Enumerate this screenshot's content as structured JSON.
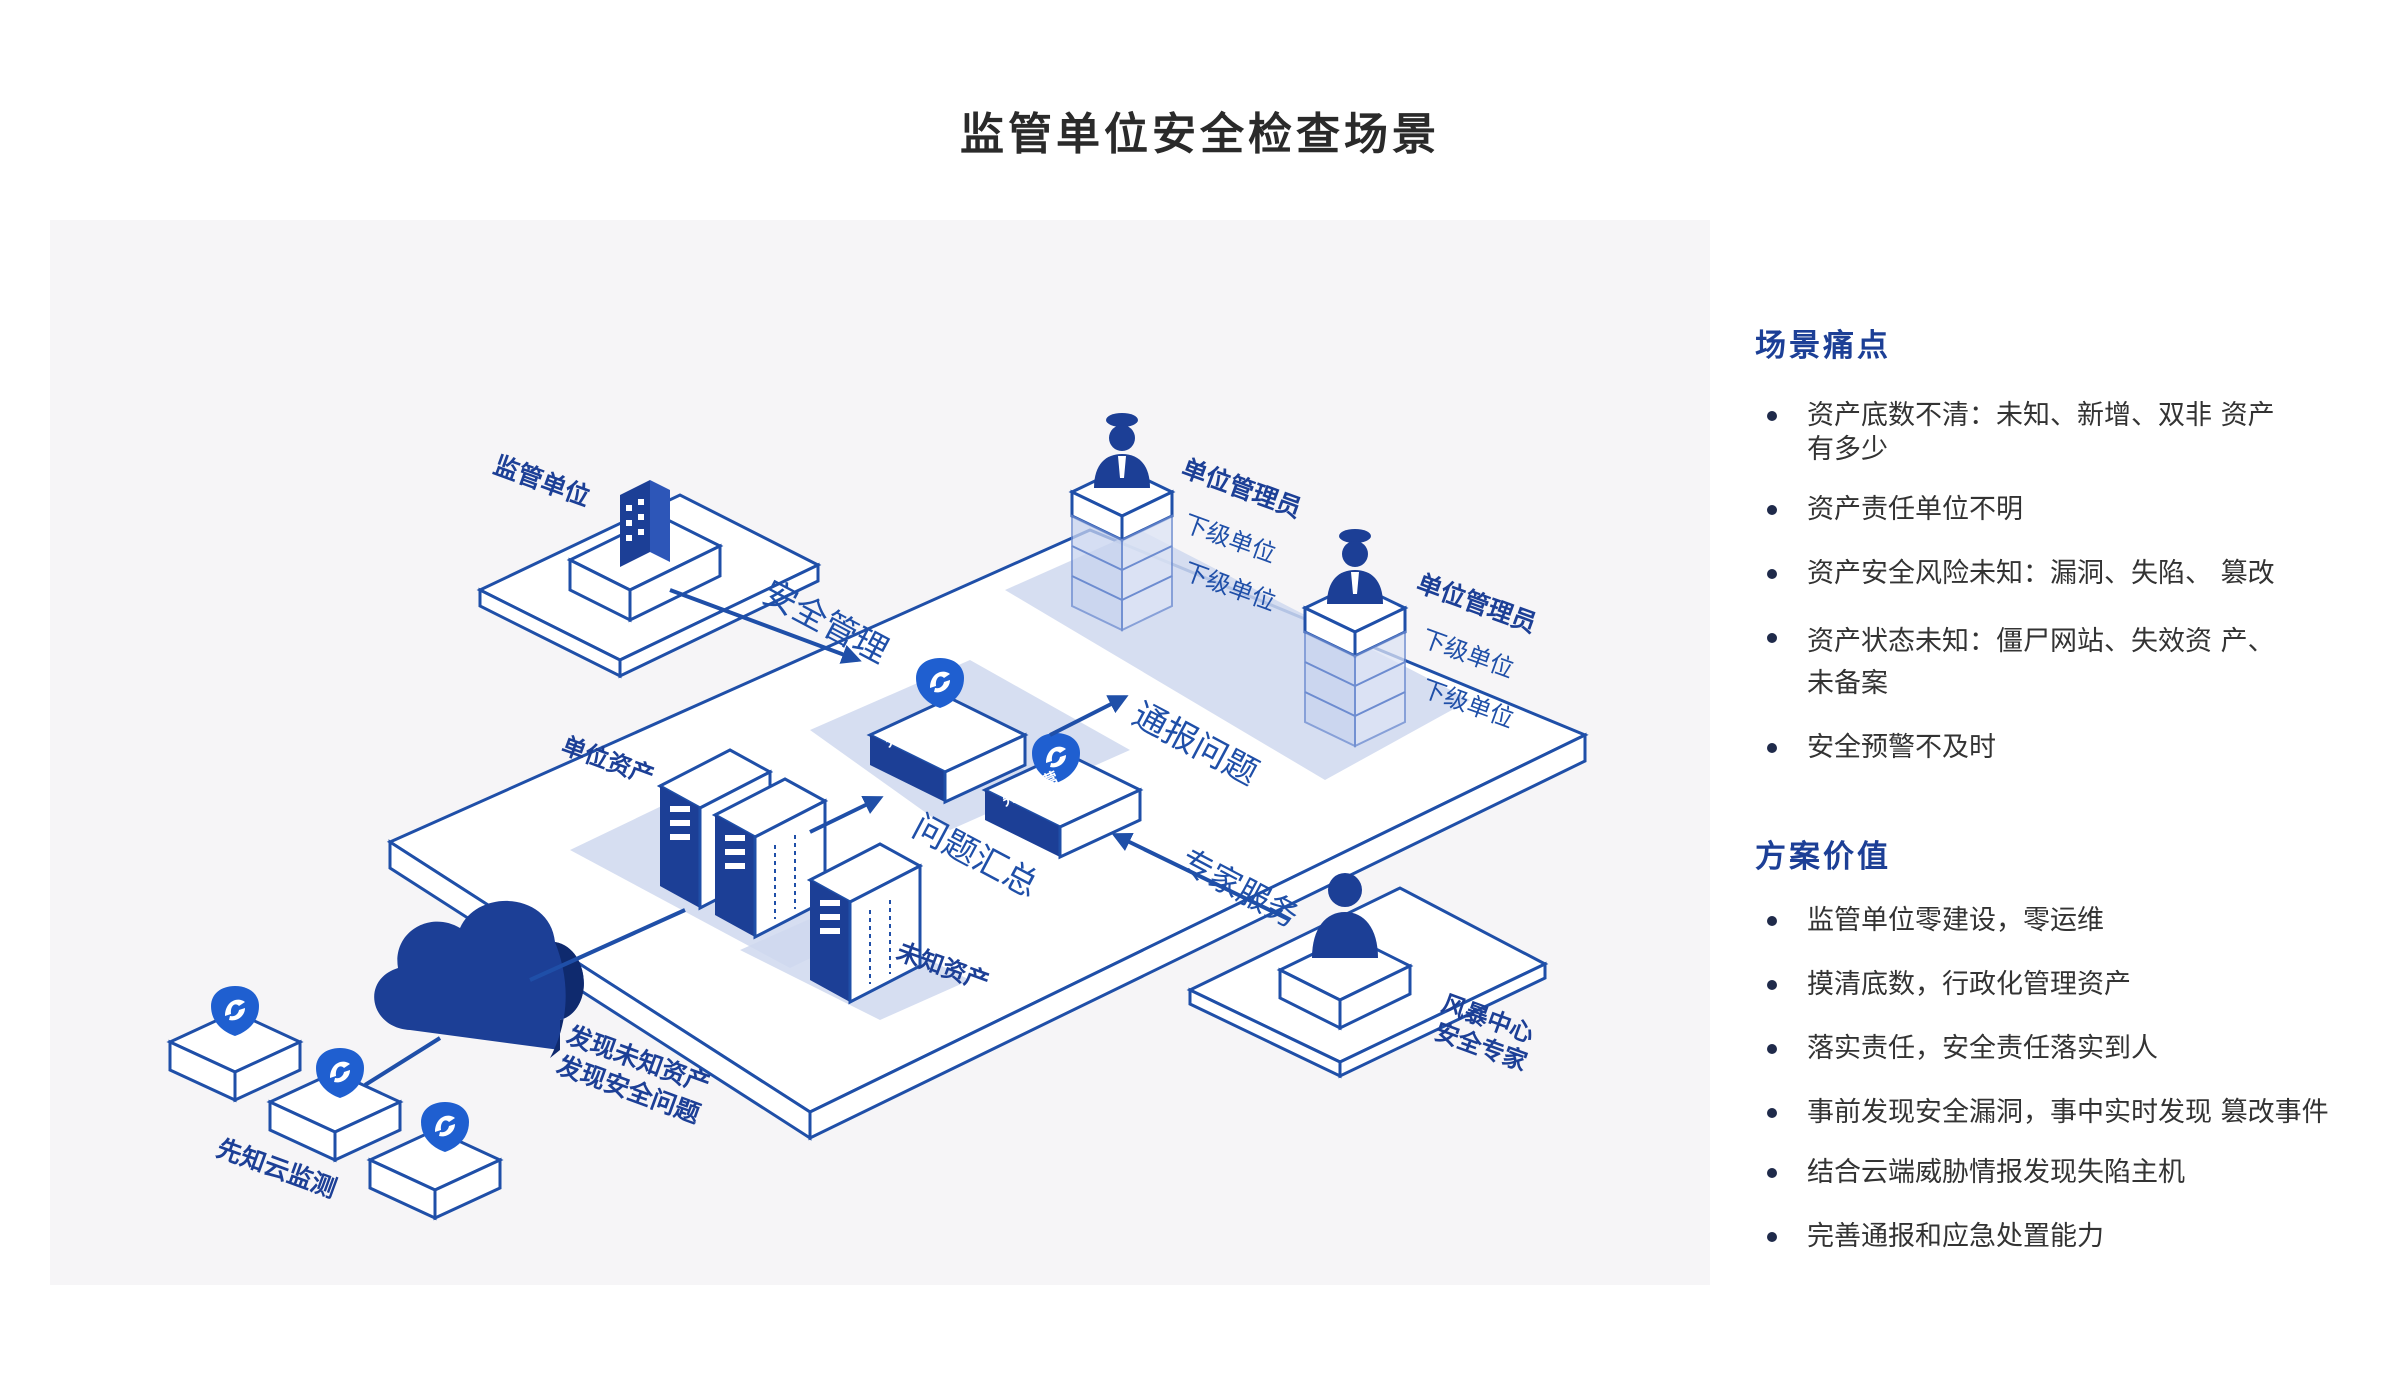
{
  "page_title": "监管单位安全检查场景",
  "diagram": {
    "regulator": "监管单位",
    "admin_1": "单位管理员",
    "admin_2": "单位管理员",
    "sub_unit_1": "下级单位",
    "sub_unit_2": "下级单位",
    "sub_unit_3": "下级单位",
    "sub_unit_4": "下级单位",
    "security_mgmt": "安全管理",
    "report_issues": "通报问题",
    "issue_summary": "问题汇总",
    "expert_service": "专家服务",
    "unit_assets": "单位资产",
    "unknown_assets": "未知资产",
    "product_label_1": "先知运营",
    "product_label_2": "先知运营",
    "discover_line_1": "发现未知资产",
    "discover_line_2": "发现安全问题",
    "cloud_monitor": "先知云监测",
    "storm_center_1": "风暴中心",
    "storm_center_2": "安全专家"
  },
  "pain_points": {
    "title": "场景痛点",
    "items": [
      [
        "资产底数不清：未知、新增、双非 资产",
        "有多少"
      ],
      [
        "资产责任单位不明"
      ],
      [
        "资产安全风险未知：漏洞、失陷、 篡改"
      ],
      [
        "资产状态未知：僵尸网站、失效资 产、",
        "未备案"
      ],
      [
        "安全预警不及时"
      ]
    ]
  },
  "solution_value": {
    "title": "方案价值",
    "items": [
      [
        "监管单位零建设，零运维"
      ],
      [
        "摸清底数，行政化管理资产"
      ],
      [
        "落实责任，安全责任落实到人"
      ],
      [
        "事前发现安全漏洞，事中实时发现 篡改事件"
      ],
      [
        "结合云端威胁情报发现失陷主机"
      ],
      [
        "完善通报和应急处置能力"
      ]
    ]
  },
  "colors": {
    "primary": "#1c3f96",
    "line": "#1f4fa8",
    "panel": "#f6f5f7",
    "highlight": "#cfd8ee",
    "text": "#333333"
  }
}
